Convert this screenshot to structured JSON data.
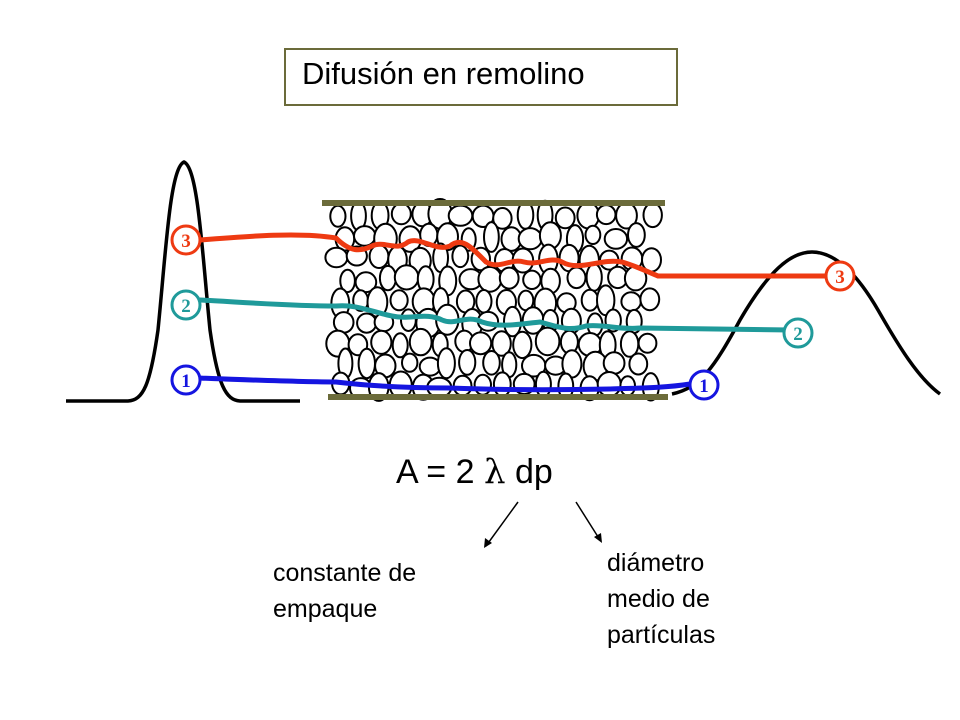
{
  "title": "Difusión en remolino",
  "formula": {
    "lhs": "A",
    "equals": "=",
    "coef": "2",
    "lambda": "λ",
    "var": "dp"
  },
  "annotations": {
    "left_lines": [
      "constante de",
      "empaque"
    ],
    "right_lines": [
      "diámetro",
      "medio de",
      "partículas"
    ]
  },
  "paths": [
    {
      "label": "1",
      "color": "#1515e0"
    },
    {
      "label": "2",
      "color": "#1f9a9a"
    },
    {
      "label": "3",
      "color": "#ee3a12"
    }
  ],
  "colors": {
    "column_wall": "#6b6b3a",
    "peak_curve": "#000000",
    "particle_fill": "#ffffff",
    "particle_stroke": "#000000"
  }
}
